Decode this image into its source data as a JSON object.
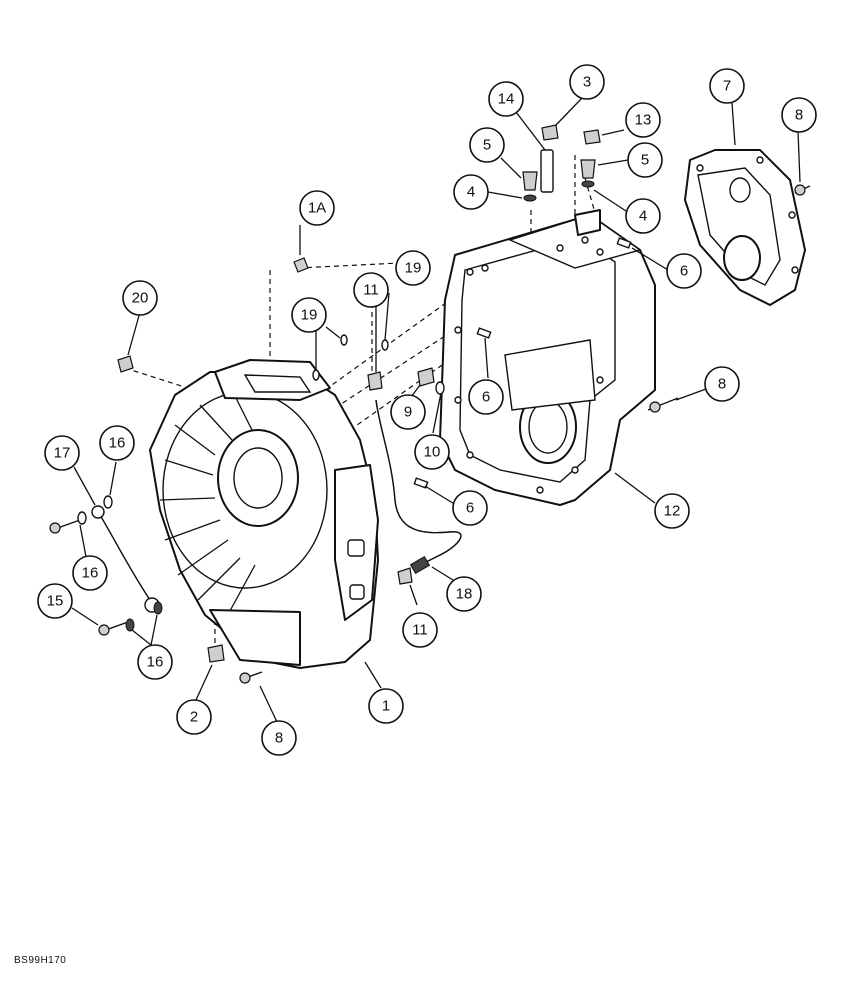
{
  "figure_code": "BS99H170",
  "callouts": {
    "c1": "1",
    "c1a": "1A",
    "c2": "2",
    "c3": "3",
    "c4a": "4",
    "c4b": "4",
    "c5a": "5",
    "c5b": "5",
    "c6a": "6",
    "c6b": "6",
    "c6c": "6",
    "c7": "7",
    "c8a": "8",
    "c8b": "8",
    "c8c": "8",
    "c9": "9",
    "c10": "10",
    "c11a": "11",
    "c11b": "11",
    "c12": "12",
    "c13": "13",
    "c14": "14",
    "c15": "15",
    "c16a": "16",
    "c16b": "16",
    "c16c": "16",
    "c17": "17",
    "c18": "18",
    "c19a": "19",
    "c19b": "19",
    "c20": "20"
  }
}
